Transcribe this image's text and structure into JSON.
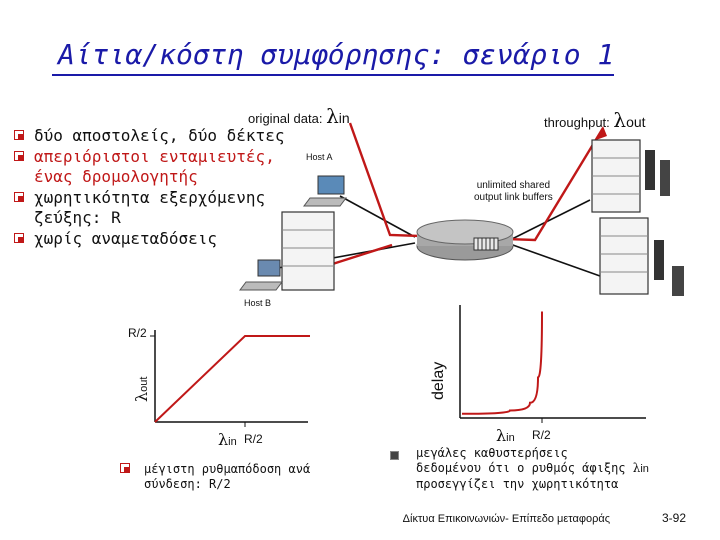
{
  "title": "Αίτια/κόστη συμφόρησης: σενάριο 1",
  "bullets": [
    {
      "text": "δύο αποστολείς, δύο δέκτες",
      "red": false
    },
    {
      "text": "απεριόριστοι ενταμιευτές, ένας δρομολογητής",
      "red": true
    },
    {
      "text": "χωρητικότητα εξερχόμενης ζεύξης: R",
      "red": false
    },
    {
      "text": "χωρίς αναμεταδόσεις",
      "red": false
    }
  ],
  "diagram": {
    "original_data_label": "original data:",
    "lambda_symbol": "λ",
    "in_sub": "in",
    "throughput_label": "throughput:",
    "out_sub": "out",
    "host_a": "Host A",
    "host_b": "Host B",
    "buffers_label_line1": "unlimited shared",
    "buffers_label_line2": "output link buffers"
  },
  "charts": {
    "throughput": {
      "r2_label": "R/2",
      "ylabel_sym": "λ",
      "ylabel_sub": "out",
      "xlabel_sym": "λ",
      "xlabel_sub": "in",
      "x_r2": "R/2"
    },
    "delay": {
      "ylabel": "delay",
      "xlabel_sym": "λ",
      "xlabel_sub": "in",
      "x_r2": "R/2"
    }
  },
  "chart_data": [
    {
      "type": "line",
      "title": "",
      "xlabel": "λin",
      "ylabel": "λout",
      "x_ticks": [
        "R/2"
      ],
      "y_ticks": [
        "R/2"
      ],
      "series": [
        {
          "points": [
            [
              0,
              0
            ],
            [
              0.5,
              0.5
            ],
            [
              1,
              0.5
            ]
          ]
        }
      ]
    },
    {
      "type": "line",
      "title": "",
      "xlabel": "λin",
      "ylabel": "delay",
      "x_ticks": [
        "R/2"
      ],
      "series": [
        {
          "points": [
            [
              0,
              0.02
            ],
            [
              0.6,
              0.05
            ],
            [
              0.85,
              0.12
            ],
            [
              0.95,
              0.35
            ],
            [
              1,
              0.95
            ]
          ]
        }
      ]
    }
  ],
  "bottom": {
    "left_text_line1": "μέγιστη ρυθμαπόδοση ανά",
    "left_text_line2": "σύνδεση: R/2",
    "right_text_line1": "μεγάλες καθυστερήσεις",
    "right_text_line2a": "δεδομένου ότι ο ρυθμός άφιξης ",
    "right_sym": "λ",
    "right_sub": "in",
    "right_text_line3": "προσεγγίζει την χωρητικότητα"
  },
  "footer": "Δίκτυα Επικοινωνιών- Επίπεδο μεταφοράς",
  "page_number": "3-92",
  "colors": {
    "title": "#1a1aa8",
    "red": "#c01818",
    "curve": "#c01818"
  }
}
